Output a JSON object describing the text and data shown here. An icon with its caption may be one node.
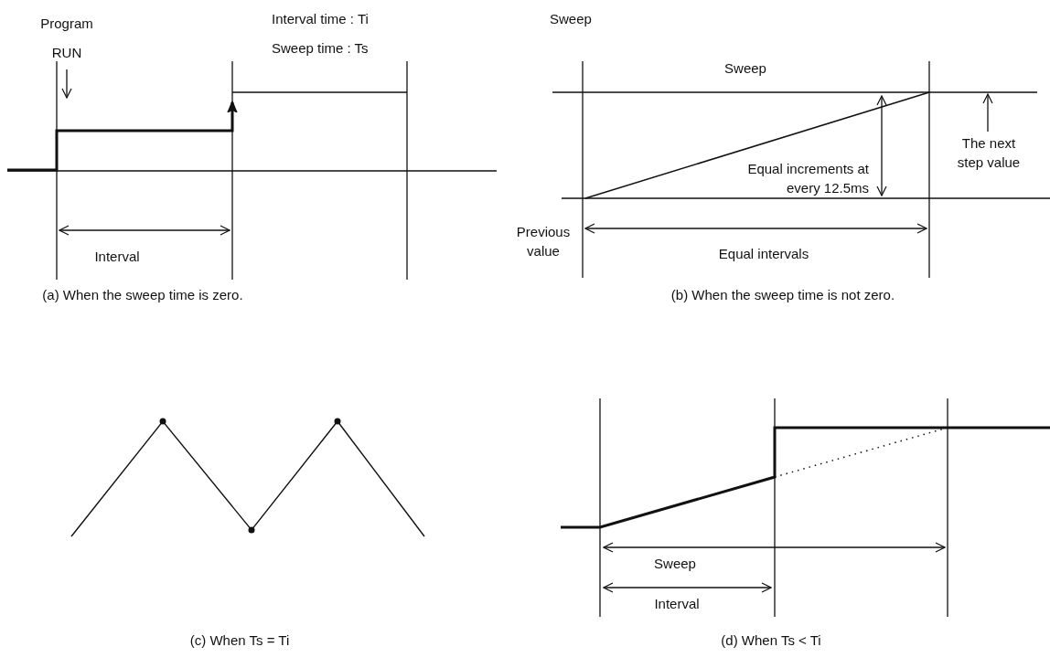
{
  "diagram": {
    "nodes": [
      {
        "text": [
          "Program RUN"
        ]
      },
      {
        "text": [
          "The next step value"
        ]
      }
    ],
    "edges": [
      {
        "from": 0,
        "to": null,
        "arrow": "to"
      },
      {
        "from": 1,
        "to": null,
        "arrow": "to"
      }
    ],
    "labels": [
      "Interval time : Ti",
      "Sweep time : Ts",
      "Sweep",
      "Sweep",
      "Interval",
      "Equal increments at every 12.5ms",
      "Previous value",
      "Equal intervals",
      "(a) When the sweep time is zero.",
      "(b) When the sweep time is not zero.",
      "(c) When Ts = Ti",
      "Sweep",
      "Interval",
      "(d) When Ts < Ti"
    ]
  }
}
